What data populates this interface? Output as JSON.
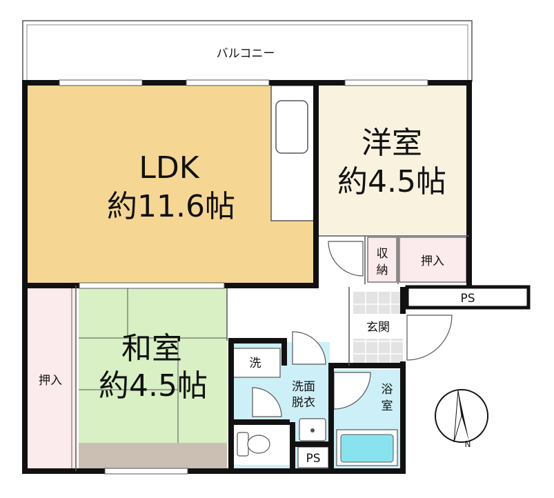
{
  "balcony": {
    "label": "バルコニー"
  },
  "ldk": {
    "name": "LDK",
    "size": "約11.6帖"
  },
  "western_room": {
    "name": "洋室",
    "size": "約4.5帖"
  },
  "japanese_room": {
    "name": "和室",
    "size": "約4.5帖"
  },
  "closet_west": {
    "label": "押入"
  },
  "closet_east": {
    "label": "押入"
  },
  "storage": {
    "line1": "収",
    "line2": "納"
  },
  "entrance": {
    "label": "玄関"
  },
  "ps_top": {
    "label": "PS"
  },
  "ps_bottom": {
    "label": "PS"
  },
  "washer": {
    "label": "洗"
  },
  "washroom": {
    "line1": "洗面",
    "line2": "脱衣"
  },
  "bathroom": {
    "line1": "浴",
    "line2": "室"
  },
  "compass": {
    "north_label": "N"
  },
  "colors": {
    "ldk": "#f5d793",
    "western": "#f8f2df",
    "japanese": "#d8f0c3",
    "closet": "#fcebec",
    "tatami_border": "#cbbfb3",
    "wet_area": "#cdf0f8",
    "bathtub": "#88e3ef",
    "entrance_tile": "#e3e3e3",
    "wall": "#111111"
  }
}
